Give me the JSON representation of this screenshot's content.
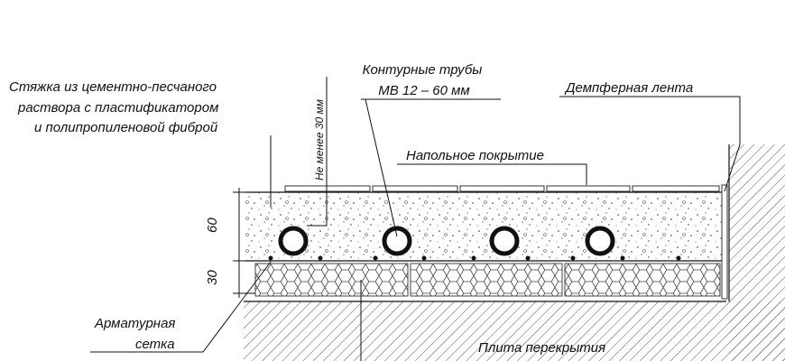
{
  "labels": {
    "screed": [
      "Стяжка из цементно-песчаного",
      "раствора с пластификатором",
      "и полипропиленовой фиброй"
    ],
    "min_thickness": "Не менее 30 мм",
    "pipes": [
      "Контурные трубы",
      "МВ 12 – 60 мм"
    ],
    "damper_tape": "Демпферная лента",
    "floor_covering": "Напольное покрытие",
    "rebar_mesh": [
      "Арматурная",
      "сетка"
    ],
    "slab": "Плита перекрытия"
  },
  "dimensions": {
    "screed_mm": "60",
    "insulation_mm": "30"
  },
  "colors": {
    "ink": "#111111",
    "hatch": "#555555"
  }
}
